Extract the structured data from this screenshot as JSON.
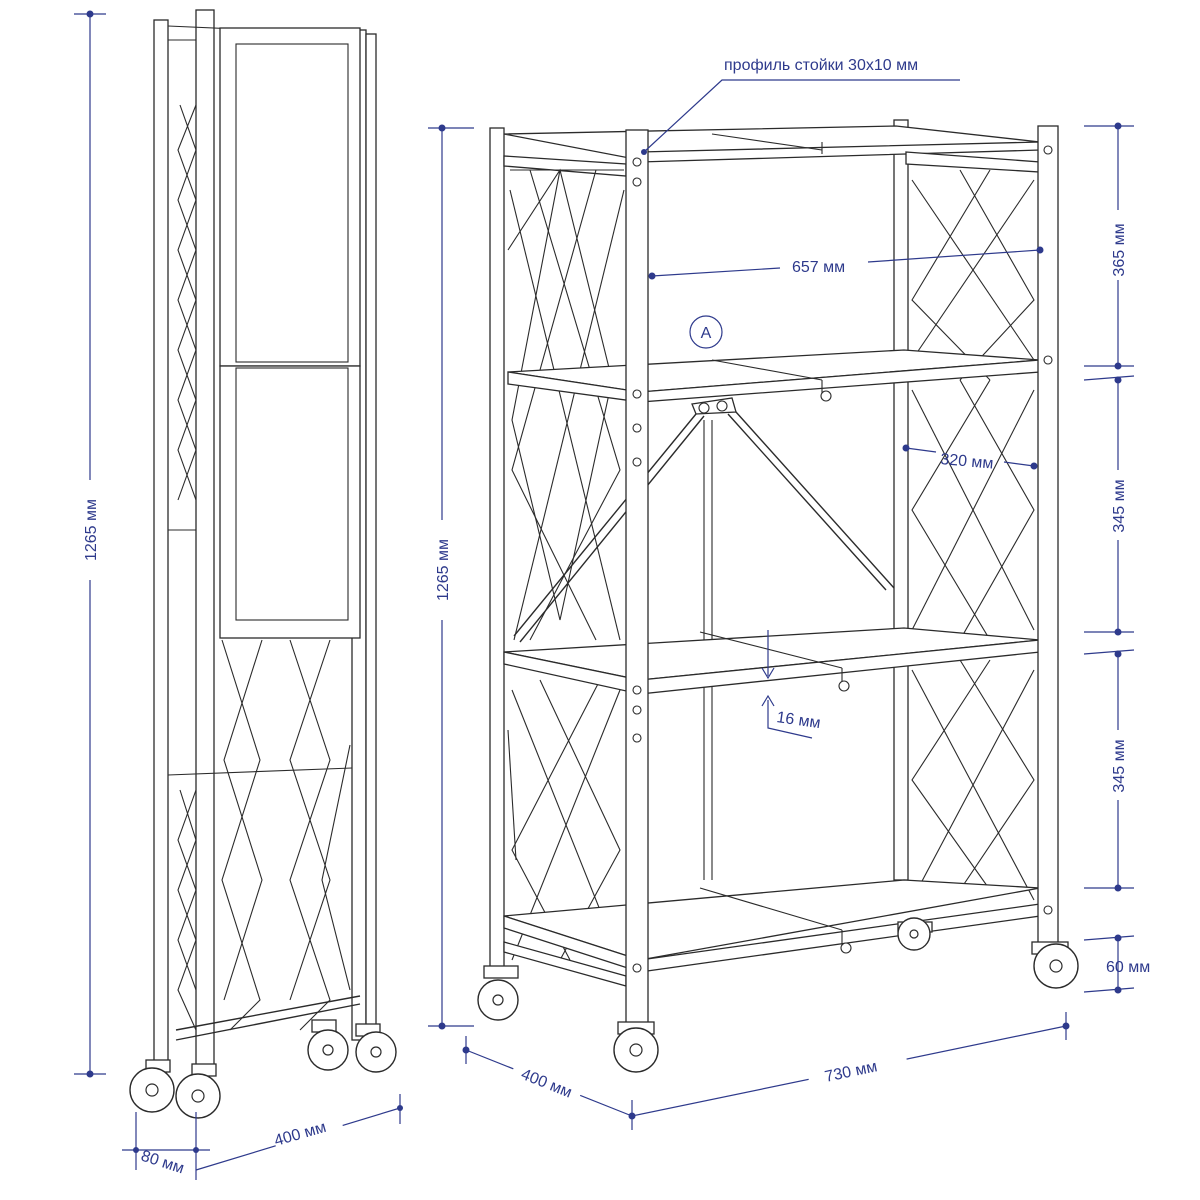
{
  "diagram": {
    "labels": {
      "side_height": "1265 мм",
      "side_depth": "80 мм",
      "side_width": "400 мм",
      "front_height": "1265 мм",
      "profile_note": "профиль стойки  30х10 мм",
      "inner_width": "657 мм",
      "inner_depth": "320 мм",
      "detail_marker": "A",
      "shelf_thickness": "16 мм",
      "level_1": "365 мм",
      "level_2": "345 мм",
      "level_3": "345 мм",
      "wheel_height": "60 мм",
      "depth": "400 мм",
      "width": "730 мм"
    },
    "colors": {
      "dimension": "#2e3a8c",
      "line": "#2b2b2b",
      "background": "#ffffff"
    }
  }
}
